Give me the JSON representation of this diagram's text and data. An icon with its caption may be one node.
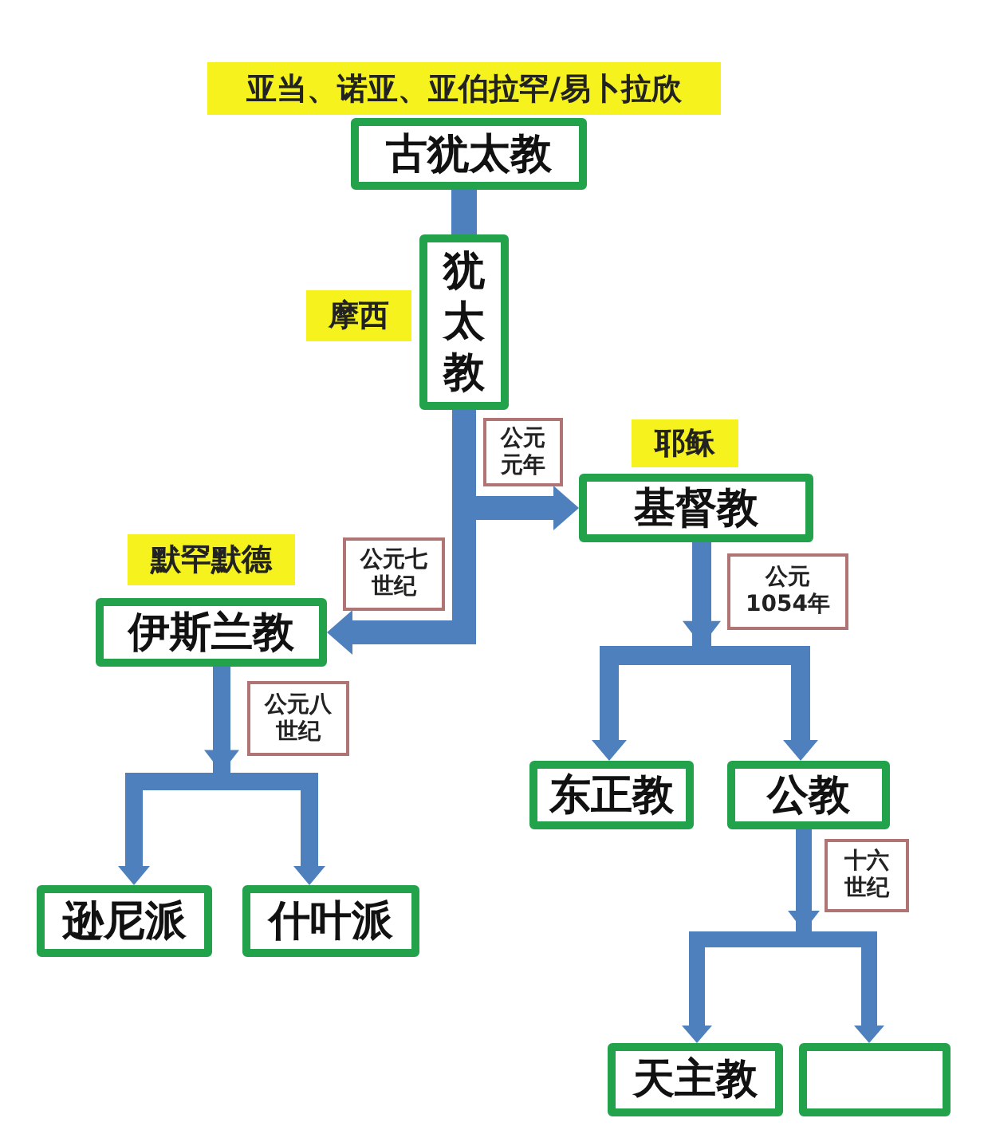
{
  "diagram": {
    "nodes": [
      {
        "text": [
          "古犹太教"
        ],
        "beside": [
          "亚当、诺亚、亚伯拉罕/易卜拉欣"
        ]
      },
      {
        "text": [
          "犹太教"
        ],
        "beside": [
          "摩西"
        ]
      },
      {
        "text": [
          "基督教"
        ],
        "beside": [
          "耶稣"
        ]
      },
      {
        "text": [
          "伊斯兰教"
        ],
        "beside": [
          "默罕默德"
        ]
      },
      {
        "text": [
          "东正教"
        ]
      },
      {
        "text": [
          "公教"
        ]
      },
      {
        "text": [
          "逊尼派"
        ]
      },
      {
        "text": [
          "什叶派"
        ]
      },
      {
        "text": [
          "天主教"
        ]
      },
      {
        "text": [],
        "shape": "box"
      }
    ],
    "edges": [
      {
        "from": 0,
        "to": 1,
        "arrow": "none"
      },
      {
        "from": 1,
        "to": 2,
        "arrow": "to",
        "label": "公元元年"
      },
      {
        "from": 1,
        "to": 3,
        "arrow": "to",
        "label": "公元七世纪"
      },
      {
        "from": 2,
        "to": 4,
        "arrow": "to",
        "label": "公元1054年"
      },
      {
        "from": 2,
        "to": 5,
        "arrow": "to"
      },
      {
        "from": 3,
        "to": 6,
        "arrow": "to",
        "label": "公元八世纪"
      },
      {
        "from": 3,
        "to": 7,
        "arrow": "to"
      },
      {
        "from": 5,
        "to": 8,
        "arrow": "to",
        "label": "十六世纪"
      },
      {
        "from": 5,
        "to": 9,
        "arrow": "to"
      }
    ]
  }
}
